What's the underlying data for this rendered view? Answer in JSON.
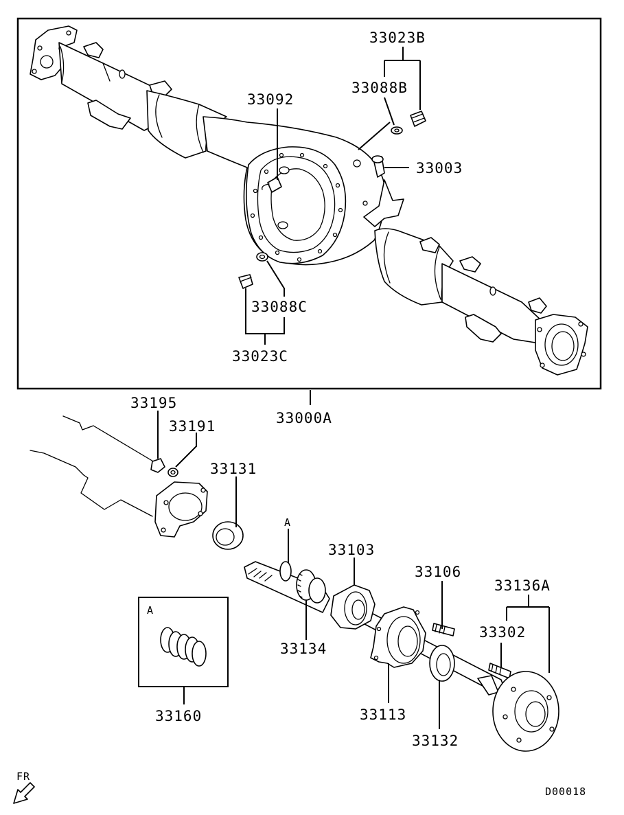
{
  "diagram": {
    "drawing_code": "D00018",
    "direction_label": "FR",
    "detail_label": "A",
    "callout_label": "A",
    "parts": {
      "p33023B": "33023B",
      "p33088B": "33088B",
      "p33092": "33092",
      "p33003": "33003",
      "p33088C": "33088C",
      "p33023C": "33023C",
      "p33000A": "33000A",
      "p33195": "33195",
      "p33191": "33191",
      "p33131": "33131",
      "p33103": "33103",
      "p33106": "33106",
      "p33136A": "33136A",
      "p33302": "33302",
      "p33134": "33134",
      "p33113": "33113",
      "p33132": "33132",
      "p33160": "33160"
    }
  }
}
